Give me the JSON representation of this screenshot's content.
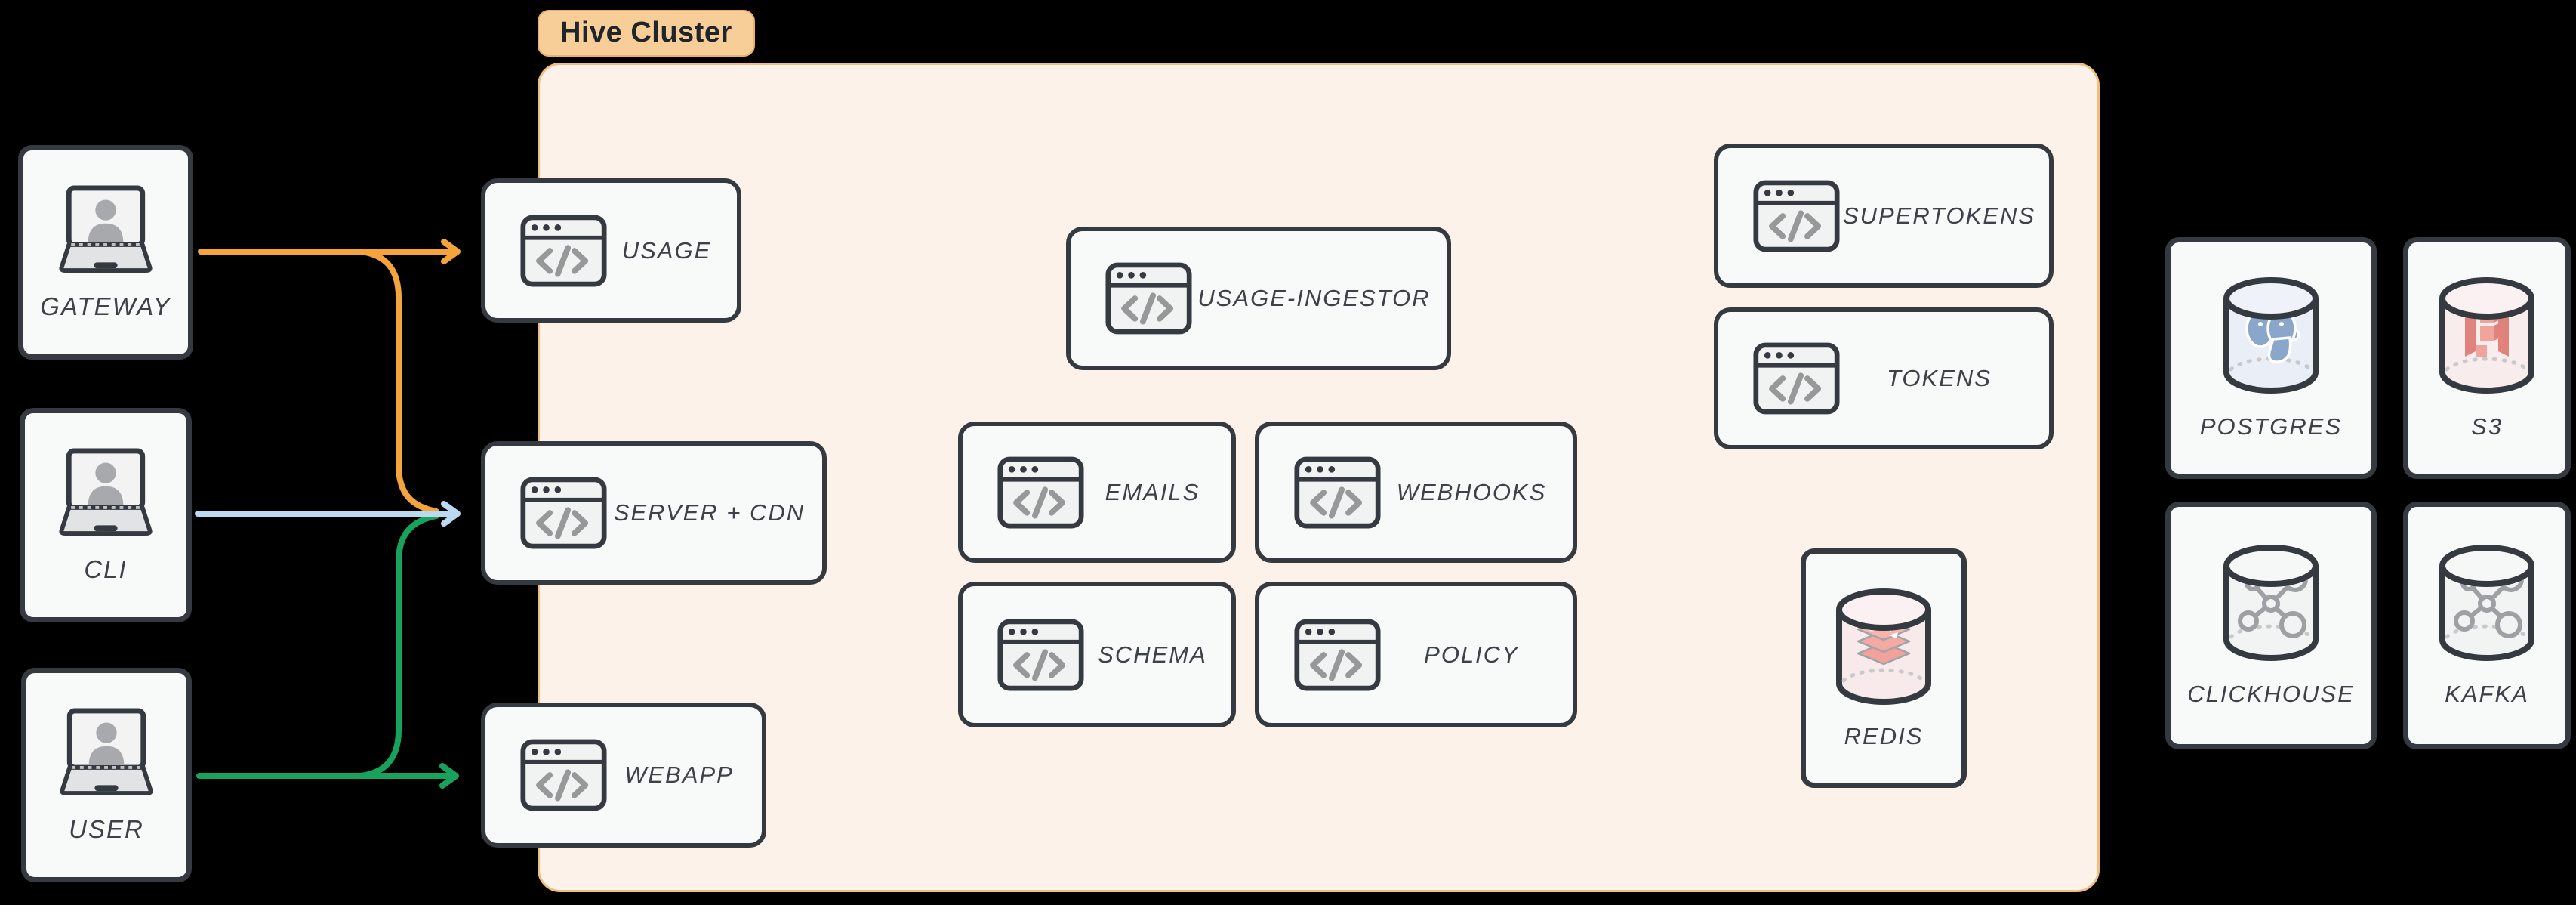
{
  "cluster": {
    "label": "Hive Cluster",
    "services": {
      "usage": "USAGE",
      "server_cdn": "SERVER + CDN",
      "webapp": "WEBAPP",
      "usage_ingestor": "USAGE-INGESTOR",
      "emails": "EMAILS",
      "webhooks": "WEBHOOKS",
      "schema": "SCHEMA",
      "policy": "POLICY",
      "supertokens": "SUPERTOKENS",
      "tokens": "TOKENS",
      "redis": "REDIS"
    }
  },
  "clients": {
    "gateway": "GATEWAY",
    "cli": "CLI",
    "user": "USER"
  },
  "databases": {
    "postgres": "POSTGRES",
    "s3": "S3",
    "clickhouse": "CLICKHOUSE",
    "kafka": "KAFKA"
  },
  "colors": {
    "background": "#000000",
    "arrow_gateway": "#F5A43B",
    "arrow_cli": "#BCD9F2",
    "arrow_user": "#17A35C",
    "cluster_bg": "#FCF2E9",
    "cluster_border": "#F1BE81",
    "badge_bg": "#F7CD98",
    "node_bg": "#F8F9F9",
    "node_border": "#343A40"
  }
}
